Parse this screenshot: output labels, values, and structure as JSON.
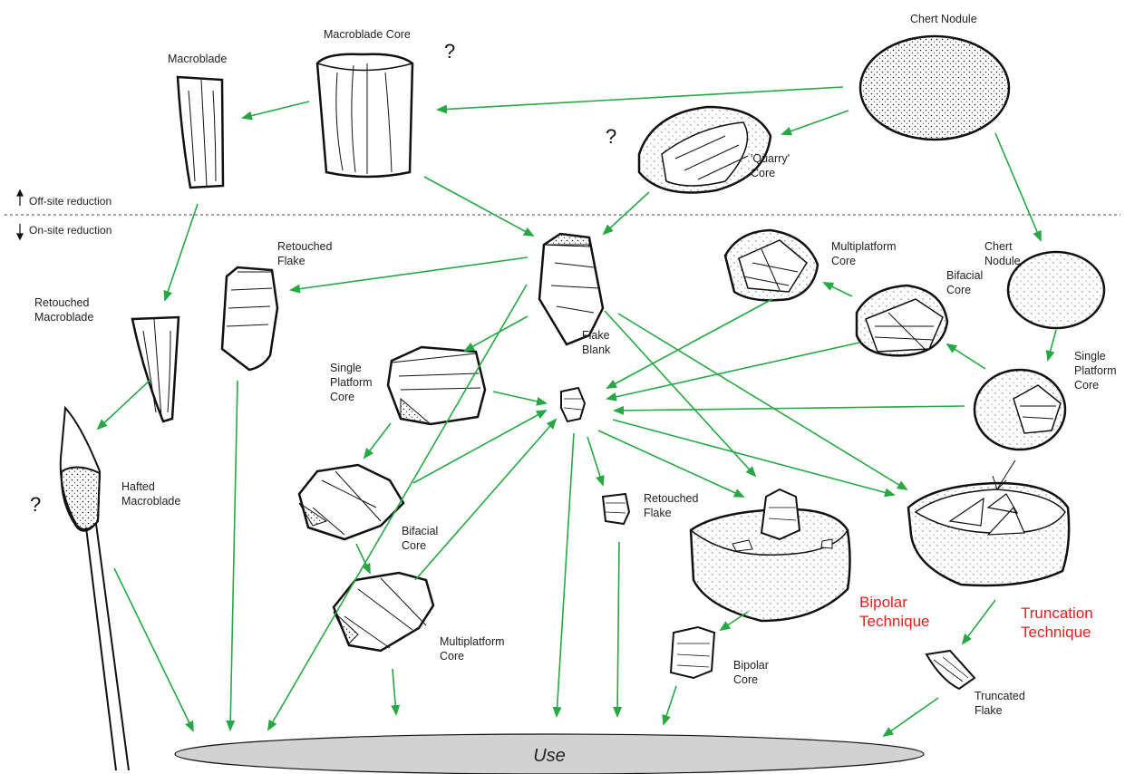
{
  "colors": {
    "arrow": "#27a844",
    "accent_red": "#e8201e",
    "outline": "#111111",
    "use_fill": "#d2d2d2"
  },
  "reduction": {
    "off_site": "Off-site reduction",
    "on_site": "On-site reduction"
  },
  "labels": {
    "chert_nodule_top": "Chert Nodule",
    "macroblade_core": "Macroblade Core",
    "macroblade": "Macroblade",
    "quarry_core": "'Quarry'\nCore",
    "retouched_macroblade": "Retouched\nMacroblade",
    "retouched_flake_left": "Retouched\nFlake",
    "hafted_macroblade": "Hafted\nMacroblade",
    "single_platform_core_left": "Single\nPlatform\nCore",
    "bifacial_core_left": "Bifacial\nCore",
    "multiplatform_core_left": "Multiplatform\nCore",
    "flake_blank": "Flake\nBlank",
    "retouched_flake_center": "Retouched\nFlake",
    "multiplatform_core_right": "Multiplatform\nCore",
    "bifacial_core_right": "Bifacial\nCore",
    "chert_nodule_right": "Chert\nNodule",
    "single_platform_core_right": "Single\nPlatform\nCore",
    "bipolar_technique": "Bipolar\nTechnique",
    "truncation_technique": "Truncation\nTechnique",
    "bipolar_core": "Bipolar\nCore",
    "truncated_flake": "Truncated\nFlake",
    "use": "Use"
  },
  "question_marks": [
    "?",
    "?",
    "?"
  ]
}
